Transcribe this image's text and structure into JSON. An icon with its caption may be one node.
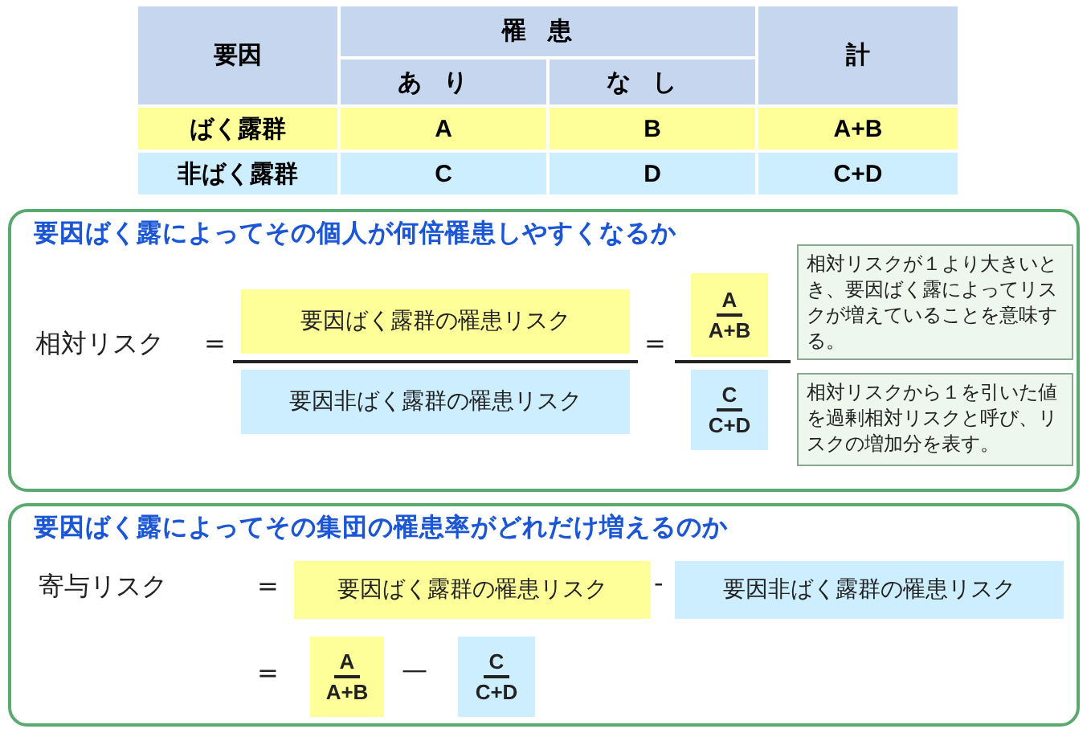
{
  "diagram": {
    "nodes": [
      {
        "text": [
          "要因ばく露によってその個人が何倍罹患しやすくなるか"
        ]
      },
      {
        "text": [
          "要因ばく露群の罹患リスク"
        ],
        "in": 0
      },
      {
        "text": [
          "要因非ばく露群の罹患リスク"
        ],
        "in": 0
      },
      {
        "text": [
          "A",
          "A+B"
        ],
        "in": 0
      },
      {
        "text": [
          "C",
          "C+D"
        ],
        "in": 0
      },
      {
        "text": [
          "相対リスクが１より大きいとき、要因ばく露によってリスクが増えていることを意味する。"
        ],
        "in": 0
      },
      {
        "text": [
          "相対リスクから１を引いた値を過剰相対リスクと呼び、リスクの増加分を表す。"
        ],
        "in": 0
      },
      {
        "text": [
          "要因ばく露によってその集団の罹患率がどれだけ増えるのか"
        ]
      },
      {
        "text": [
          "要因ばく露群の罹患リスク"
        ],
        "in": 7
      },
      {
        "text": [
          "要因非ばく露群の罹患リスク"
        ],
        "in": 7
      },
      {
        "text": [
          "A",
          "A+B"
        ],
        "in": 7
      },
      {
        "text": [
          "C",
          "C+D"
        ],
        "in": 7
      }
    ],
    "edges": [],
    "labels": [
      "要因",
      "罹患",
      "計",
      "あり",
      "なし",
      "ばく露群",
      "A",
      "B",
      "A+B",
      "非ばく露群",
      "C",
      "D",
      "C+D",
      "相対リスク",
      "=",
      "=",
      "寄与リスク",
      "=",
      "-",
      "=",
      "—"
    ]
  }
}
